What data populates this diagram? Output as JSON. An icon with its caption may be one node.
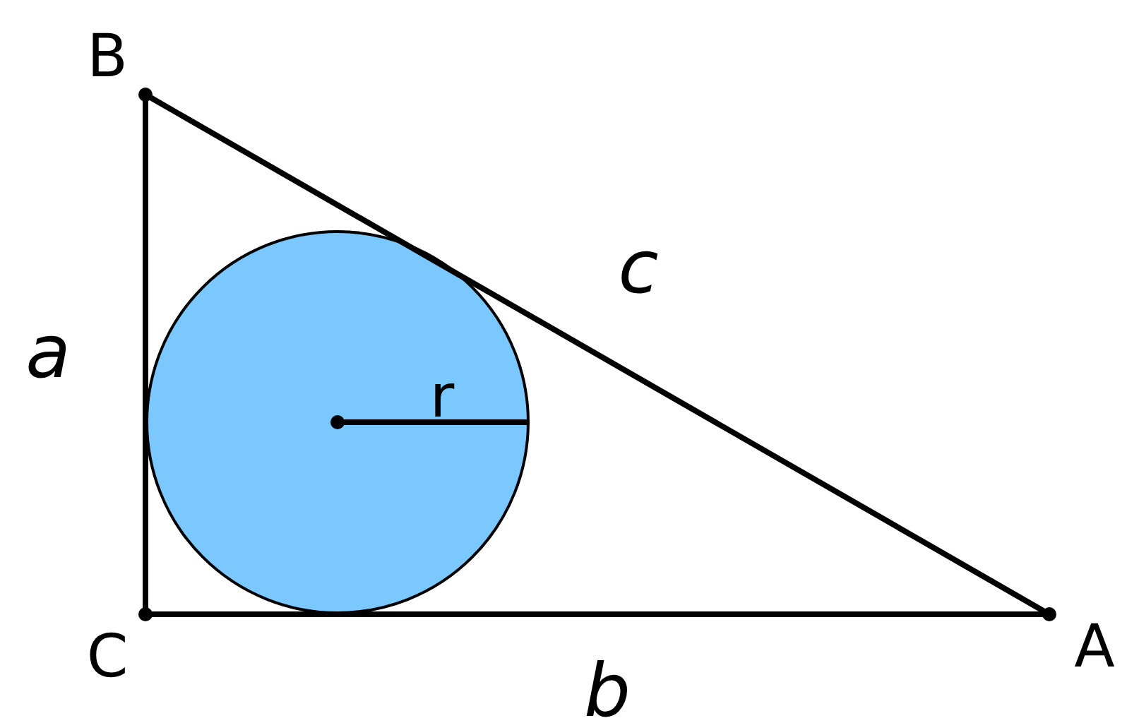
{
  "diagram": {
    "labels": [
      "B",
      "c",
      "a",
      "r",
      "C",
      "A",
      "b"
    ]
  }
}
